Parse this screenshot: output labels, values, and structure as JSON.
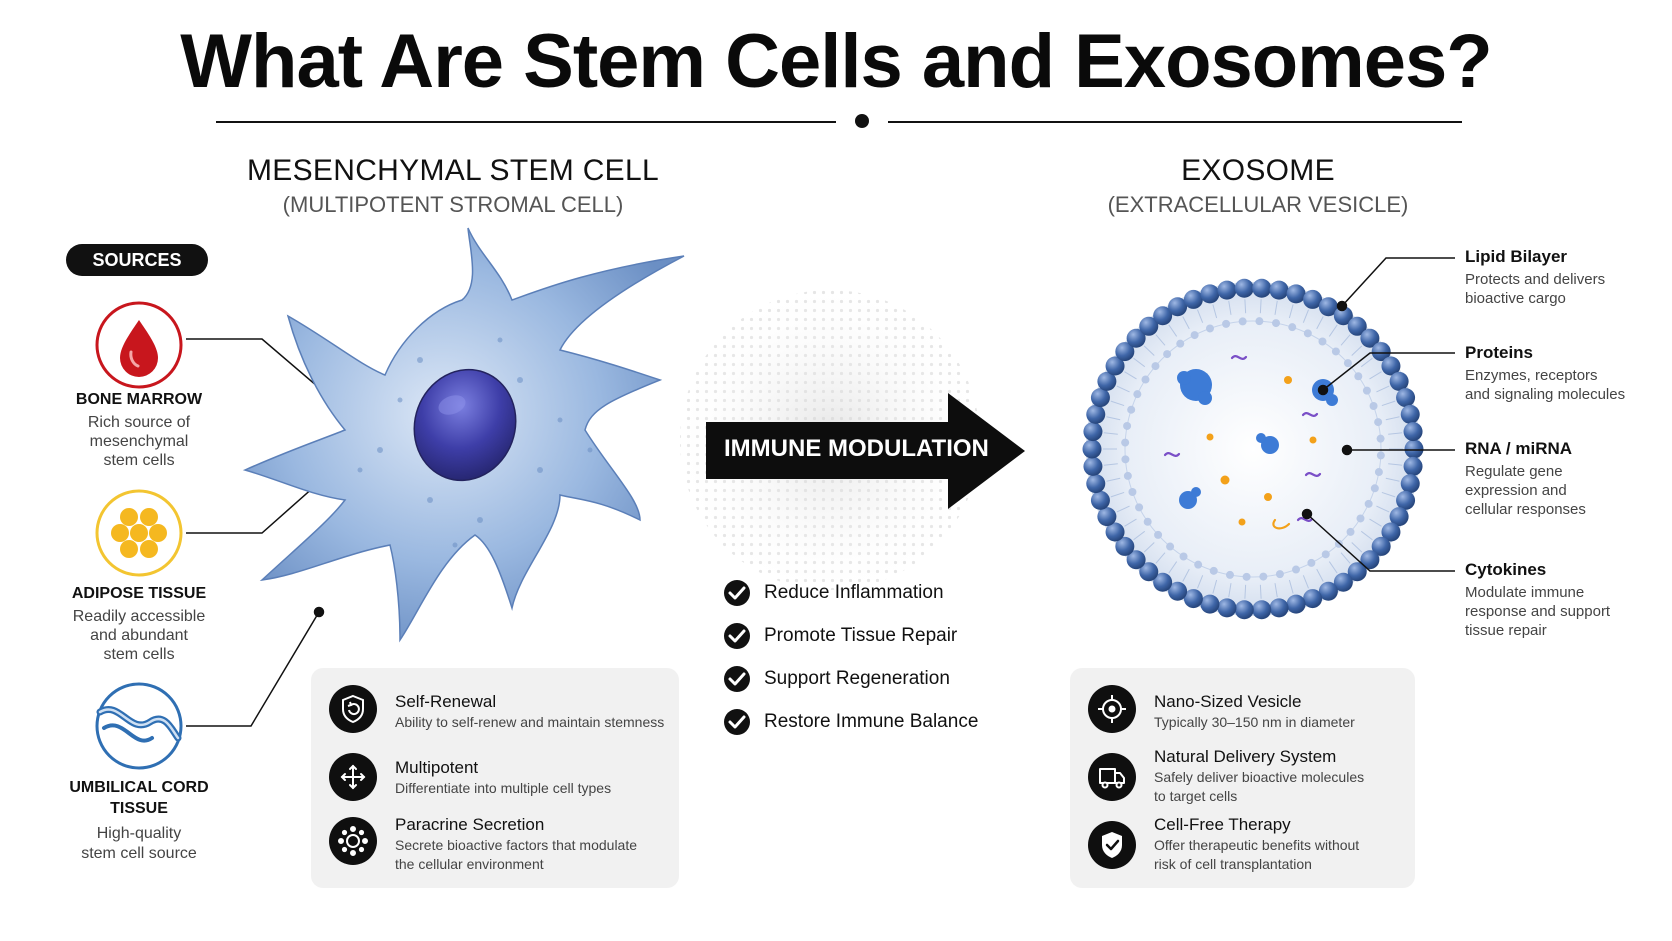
{
  "title": "What Are Stem Cells and Exosomes?",
  "left_section": {
    "heading": "MESENCHYMAL STEM CELL",
    "subheading": "(MULTIPOTENT STROMAL CELL)",
    "sources_label": "SOURCES",
    "sources": [
      {
        "name": "BONE MARROW",
        "desc": [
          "Rich source of",
          "mesenchymal",
          "stem cells"
        ],
        "icon": "blood-drop-icon"
      },
      {
        "name": "ADIPOSE TISSUE",
        "desc": [
          "Readily accessible",
          "and abundant",
          "stem cells"
        ],
        "icon": "fat-cells-icon"
      },
      {
        "name_lines": [
          "UMBILICAL CORD",
          "TISSUE"
        ],
        "desc": [
          "High-quality",
          "stem cell source"
        ],
        "icon": "umbilical-cord-icon"
      }
    ],
    "features": [
      {
        "title": "Self-Renewal",
        "desc": [
          "Ability to self-renew and maintain stemness"
        ],
        "icon": "shield-cycle-icon"
      },
      {
        "title": "Multipotent",
        "desc": [
          "Differentiate into multiple cell types"
        ],
        "icon": "branching-arrows-icon"
      },
      {
        "title": "Paracrine Secretion",
        "desc": [
          "Secrete bioactive factors that modulate",
          "the cellular environment"
        ],
        "icon": "secretion-icon"
      }
    ]
  },
  "center": {
    "arrow_label": "IMMUNE MODULATION",
    "benefits": [
      "Reduce Inflammation",
      "Promote Tissue Repair",
      "Support Regeneration",
      "Restore Immune Balance"
    ]
  },
  "right_section": {
    "heading": "EXOSOME",
    "subheading": "(EXTRACELLULAR VESICLE)",
    "annotations": [
      {
        "title": "Lipid Bilayer",
        "desc": [
          "Protects and delivers",
          "bioactive cargo"
        ]
      },
      {
        "title": "Proteins",
        "desc": [
          "Enzymes, receptors",
          "and signaling molecules"
        ]
      },
      {
        "title": "RNA / miRNA",
        "desc": [
          "Regulate gene",
          "expression and",
          "cellular responses"
        ]
      },
      {
        "title": "Cytokines",
        "desc": [
          "Modulate immune",
          "response and support",
          "tissue repair"
        ]
      }
    ],
    "features": [
      {
        "title": "Nano-Sized Vesicle",
        "desc": [
          "Typically 30–150 nm in diameter"
        ],
        "icon": "target-icon"
      },
      {
        "title": "Natural Delivery System",
        "desc": [
          "Safely deliver bioactive molecules",
          "to target cells"
        ],
        "icon": "delivery-truck-icon"
      },
      {
        "title": "Cell-Free Therapy",
        "desc": [
          "Offer therapeutic benefits without",
          "risk of cell transplantation"
        ],
        "icon": "shield-check-icon"
      }
    ]
  },
  "colors": {
    "ink": "#111111",
    "blood_red": "#c8161d",
    "adipose_gold": "#f3c531",
    "cord_blue": "#2f6fb3",
    "cell_blue": "#8fb0dd",
    "nucleus_purple": "#3d3d9a",
    "vesicle_blue": "#4a6fae",
    "panel_grey": "#f1f1f1"
  }
}
